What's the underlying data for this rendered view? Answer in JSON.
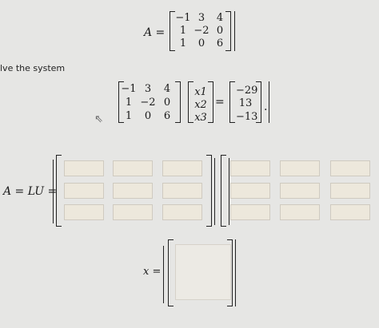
{
  "matrix_definition": {
    "lhs": "A =",
    "rows": [
      [
        "−1",
        "3",
        "4"
      ],
      [
        "1",
        "−2",
        "0"
      ],
      [
        "1",
        "0",
        "6"
      ]
    ]
  },
  "instruction": "lve the system",
  "system": {
    "coef_rows": [
      [
        "−1",
        "3",
        "4"
      ],
      [
        "1",
        "−2",
        "0"
      ],
      [
        "1",
        "0",
        "6"
      ]
    ],
    "vars": [
      "x1",
      "x2",
      "x3"
    ],
    "equals": "=",
    "rhs": [
      "−29",
      "13",
      "−13"
    ],
    "period": "."
  },
  "lu": {
    "label": "A = LU ="
  },
  "solution": {
    "label": "x ="
  }
}
